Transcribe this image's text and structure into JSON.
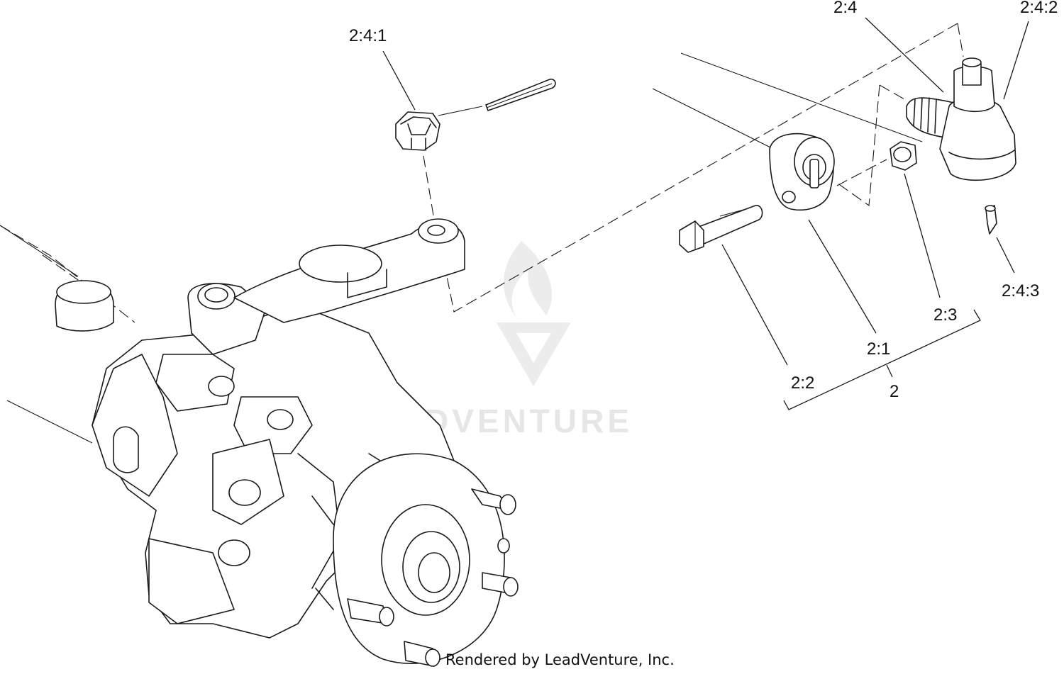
{
  "callouts": {
    "c_2_4_1": "2:4:1",
    "c_2_4": "2:4",
    "c_2_4_2": "2:4:2",
    "c_2_4_3": "2:4:3",
    "c_2_3": "2:3",
    "c_2_1": "2:1",
    "c_2_2": "2:2",
    "c_2": "2"
  },
  "watermark": {
    "text": "LEADVENTURE"
  },
  "footer": {
    "credit": "Rendered by LeadVenture, Inc."
  }
}
